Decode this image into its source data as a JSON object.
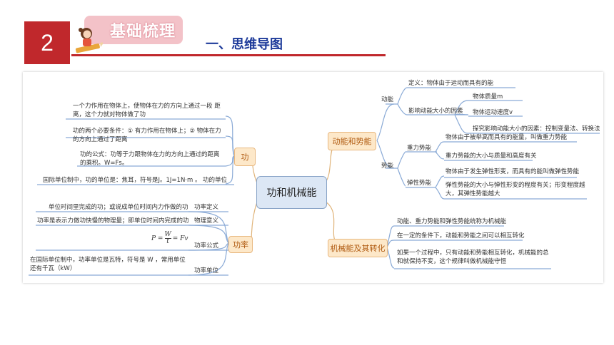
{
  "header": {
    "section_number": "2",
    "badge_text": "基础梳理",
    "section_title": "一、思维导图"
  },
  "mindmap": {
    "center": "功和机械能",
    "work": {
      "label": "功",
      "items": [
        "一个力作用在物体上，使物体在力的方向上通过一段 距离，这个力就对物体做了功",
        "功的两个必要条件：① 有力作用在物体上；② 物体在力的方向上通过了距离",
        "功的公式：功等于力跟物体在力的方向上通过的距离的乘积。W=Fs。",
        "国际单位制中，功的单位是：焦耳，符号是J。1J=1N·m 。",
        "功的单位"
      ]
    },
    "power": {
      "label": "功率",
      "rows": [
        {
          "desc": "单位时间里完成的功；或说成单位时间内力作做的功",
          "tag": "功率定义"
        },
        {
          "desc": "功率是表示力做功快慢的物理量；即单位时间内完成的功",
          "tag": "物理意义"
        },
        {
          "desc": "",
          "tag": "功率公式"
        },
        {
          "desc": "在国际单位制中，功率单位是瓦特，符号是 W ，常用单位还有千瓦（kW）",
          "tag": "功率单位"
        }
      ],
      "formula": {
        "lhs": "P =",
        "num": "W",
        "den": "t",
        "rhs": "= Fv"
      }
    },
    "energy": {
      "label": "动能和势能",
      "kinetic": {
        "label": "动能",
        "definition": "定义：物体由于运动而具有的能",
        "factors_label": "影响动能大小的因素",
        "factors": [
          "物体质量m",
          "物体运动速度v"
        ],
        "method": "探究影响动能大小的因素：控制变量法、转换法"
      },
      "potential": {
        "label": "势能",
        "gravity_label": "重力势能",
        "gravity_items": [
          "物体由于被举高而具有的能量，叫做重力势能",
          "重力势能的大小与质量和高度有关"
        ],
        "elastic_label": "弹性势能",
        "elastic_items": [
          "物体由于发生弹性形变，而具有的能叫做弹性势能",
          "弹性势能的大小与弹性形变的程度有关；形变程度越大，其弹性势能越大"
        ]
      }
    },
    "mechanical": {
      "label": "机械能及其转化",
      "items": [
        "动能、重力势能和弹性势能统称为机械能",
        "在一定的条件下，动能和势能之间可以相互转化",
        "如果一个过程中，只有动能和势能相互转化，机械能的总和就保持不变，这个规律叫做机械能守恒"
      ]
    }
  }
}
